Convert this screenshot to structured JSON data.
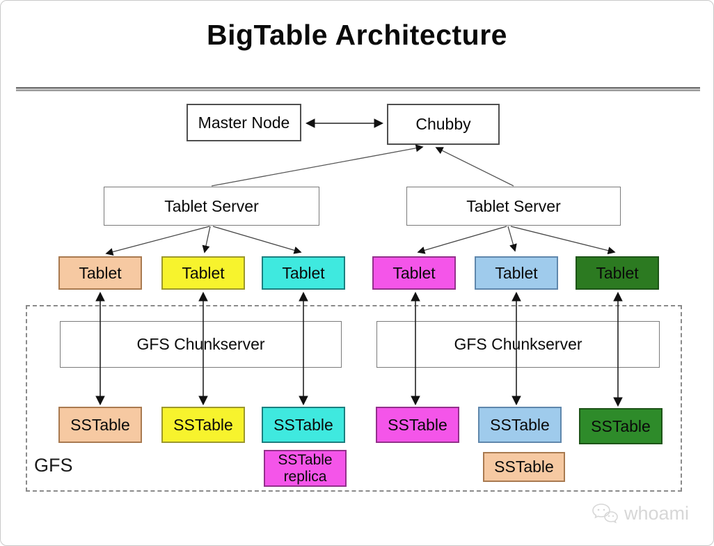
{
  "page": {
    "title": "BigTable Architecture"
  },
  "nodes": {
    "master_node": "Master Node",
    "chubby": "Chubby",
    "tablet_server_left": "Tablet Server",
    "tablet_server_right": "Tablet Server",
    "chunkserver_left": "GFS Chunkserver",
    "chunkserver_right": "GFS Chunkserver",
    "gfs_region_label": "GFS"
  },
  "tablets": [
    {
      "label": "Tablet",
      "fill": "#F6C9A2",
      "border": "#A97A50"
    },
    {
      "label": "Tablet",
      "fill": "#F7F32D",
      "border": "#9C982B"
    },
    {
      "label": "Tablet",
      "fill": "#3FE9DF",
      "border": "#1B7F7F"
    },
    {
      "label": "Tablet",
      "fill": "#F455E9",
      "border": "#93308B"
    },
    {
      "label": "Tablet",
      "fill": "#9FCBEC",
      "border": "#5F87AC"
    },
    {
      "label": "Tablet",
      "fill": "#2C7A21",
      "border": "#1D5417"
    }
  ],
  "sstables": [
    {
      "label": "SSTable",
      "fill": "#F6C9A2",
      "border": "#A97A50"
    },
    {
      "label": "SSTable",
      "fill": "#F7F32D",
      "border": "#9C982B"
    },
    {
      "label": "SSTable",
      "fill": "#3FE9DF",
      "border": "#1B7F7F"
    },
    {
      "label": "SSTable",
      "fill": "#F455E9",
      "border": "#93308B"
    },
    {
      "label": "SSTable",
      "fill": "#9FCBEC",
      "border": "#5F87AC"
    },
    {
      "label": "SSTable",
      "fill": "#2E8B2A",
      "border": "#1D5417"
    }
  ],
  "extra_sstables": {
    "replica": {
      "line1": "SSTable",
      "line2": "replica",
      "fill": "#F455E9",
      "border": "#93308B"
    },
    "peach": {
      "label": "SSTable",
      "fill": "#F6C9A2",
      "border": "#A97A50"
    }
  },
  "watermark": {
    "text": "whoami",
    "icon": "chat-bubbles-icon",
    "color": "#d7d7d7"
  }
}
